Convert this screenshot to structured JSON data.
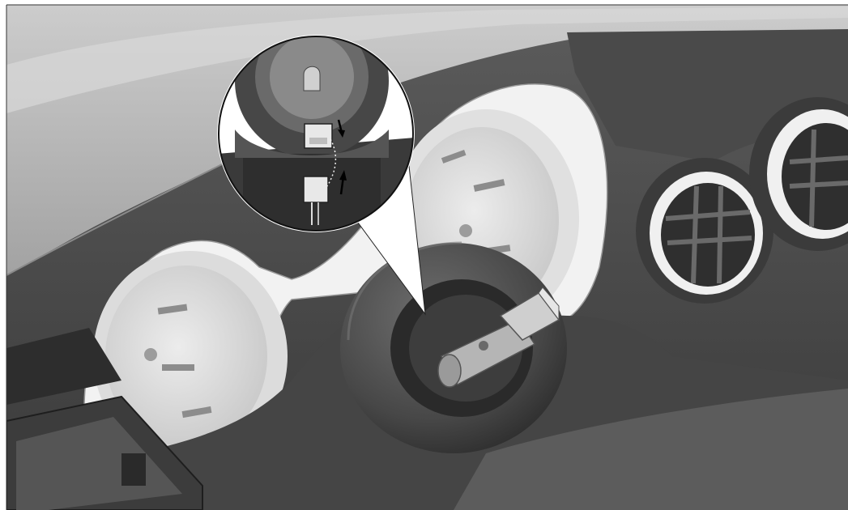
{
  "figure": {
    "kind": "technical-illustration",
    "subject": "instrument-cluster-steering-column-connector",
    "text_labels": [],
    "callout": {
      "type": "magnified-inset",
      "arrows": [
        "down",
        "up"
      ]
    },
    "palette": {
      "background": "#ffffff",
      "dash_dark": "#3f3f3f",
      "dash_mid": "#5a5a5a",
      "trim_light": "#e6e6e6",
      "glass": "#bdbdbd",
      "outline": "#000000"
    }
  }
}
